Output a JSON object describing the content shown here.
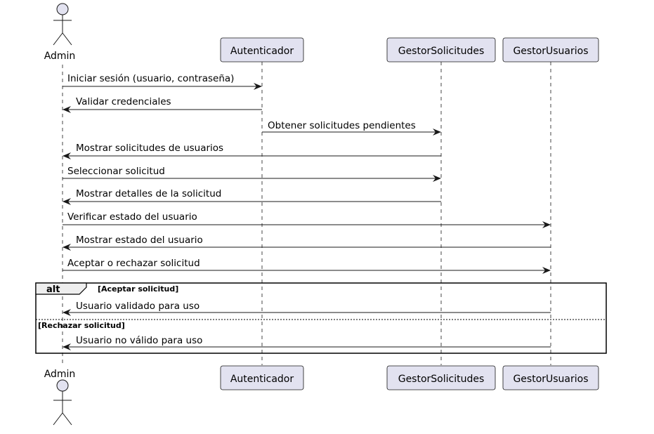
{
  "diagram": {
    "actor": {
      "name": "Admin"
    },
    "participants": [
      {
        "id": "aut",
        "name": "Autenticador"
      },
      {
        "id": "gs",
        "name": "GestorSolicitudes"
      },
      {
        "id": "gu",
        "name": "GestorUsuarios"
      }
    ],
    "messages": [
      {
        "from": "admin",
        "to": "aut",
        "text": "Iniciar sesión (usuario, contraseña)"
      },
      {
        "from": "aut",
        "to": "admin",
        "text": "Validar credenciales"
      },
      {
        "from": "aut",
        "to": "gs",
        "text": "Obtener solicitudes pendientes"
      },
      {
        "from": "gs",
        "to": "admin",
        "text": "Mostrar solicitudes de usuarios"
      },
      {
        "from": "admin",
        "to": "gs",
        "text": "Seleccionar solicitud"
      },
      {
        "from": "gs",
        "to": "admin",
        "text": "Mostrar detalles de la solicitud"
      },
      {
        "from": "admin",
        "to": "gu",
        "text": "Verificar estado del usuario"
      },
      {
        "from": "gu",
        "to": "admin",
        "text": "Mostrar estado del usuario"
      },
      {
        "from": "admin",
        "to": "gu",
        "text": "Aceptar o rechazar solicitud"
      }
    ],
    "alt_fragment": {
      "keyword": "alt",
      "sections": [
        {
          "guard": "[Aceptar solicitud]",
          "message": {
            "from": "gu",
            "to": "admin",
            "text": "Usuario validado para uso"
          }
        },
        {
          "guard": "[Rechazar solicitud]",
          "message": {
            "from": "gu",
            "to": "admin",
            "text": "Usuario no válido para uso"
          }
        }
      ]
    },
    "colors": {
      "participant_fill": "#e2e2f0",
      "participant_border": "#181818",
      "lifeline": "#181818",
      "arrow": "#181818"
    }
  }
}
